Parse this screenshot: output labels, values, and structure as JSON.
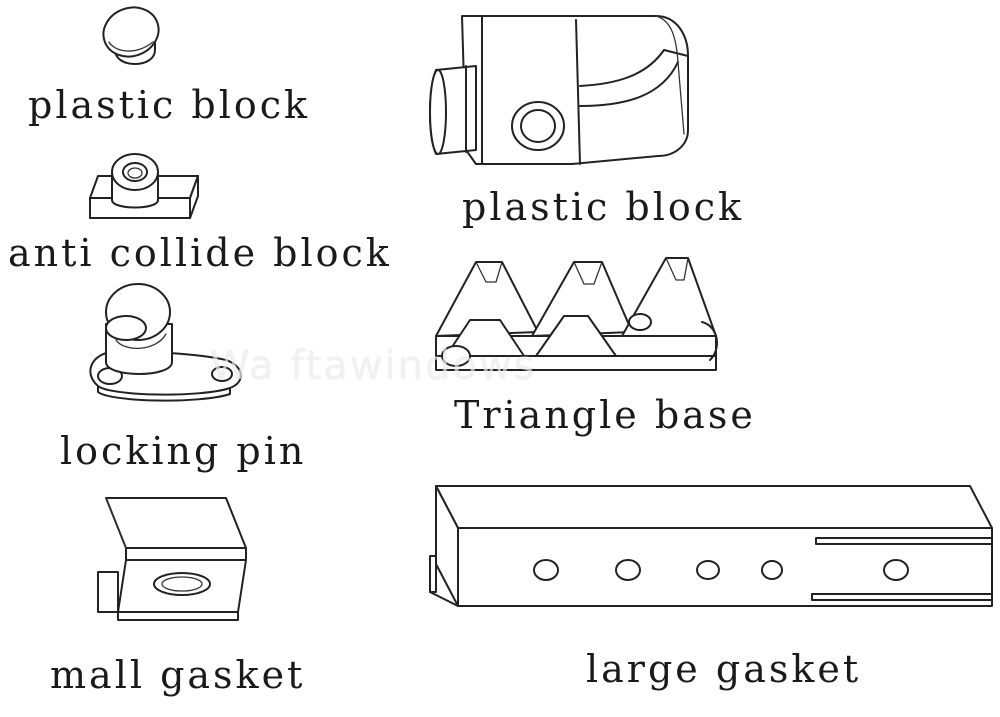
{
  "labels": {
    "plastic_block_small": "plastic block",
    "anti_collide_block": "anti collide block",
    "locking_pin": "locking pin",
    "mall_gasket": "mall gasket",
    "plastic_block_large": "plastic block",
    "triangle_base": "Triangle base",
    "large_gasket": "large gasket"
  },
  "watermark": "Wa          ftawindows"
}
